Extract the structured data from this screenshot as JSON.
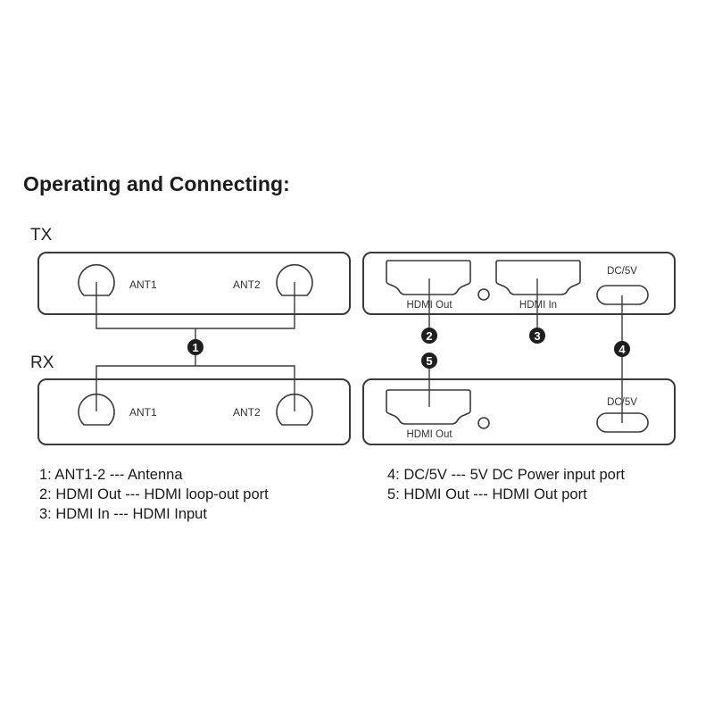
{
  "title": "Operating and Connecting:",
  "tx": {
    "label": "TX",
    "antenna_panel": {
      "ant1_label": "ANT1",
      "ant2_label": "ANT2"
    },
    "port_panel": {
      "hdmi_out_label": "HDMI Out",
      "hdmi_in_label": "HDMI In",
      "dc_label": "DC/5V"
    }
  },
  "rx": {
    "label": "RX",
    "antenna_panel": {
      "ant1_label": "ANT1",
      "ant2_label": "ANT2"
    },
    "port_panel": {
      "hdmi_out_label": "HDMI Out",
      "dc_label": "DC/5V"
    }
  },
  "callouts": {
    "c1": "1",
    "c2": "2",
    "c3": "3",
    "c4": "4",
    "c5": "5"
  },
  "legend": {
    "left": [
      "1: ANT1-2 --- Antenna",
      "2: HDMI Out --- HDMI loop-out port",
      "3: HDMI In --- HDMI Input"
    ],
    "right": [
      "4: DC/5V --- 5V DC Power input port",
      "5: HDMI Out --- HDMI Out port"
    ]
  },
  "colors": {
    "stroke": "#3a3a3a",
    "badge_fill": "#1e1e1e",
    "badge_text": "#ffffff"
  }
}
